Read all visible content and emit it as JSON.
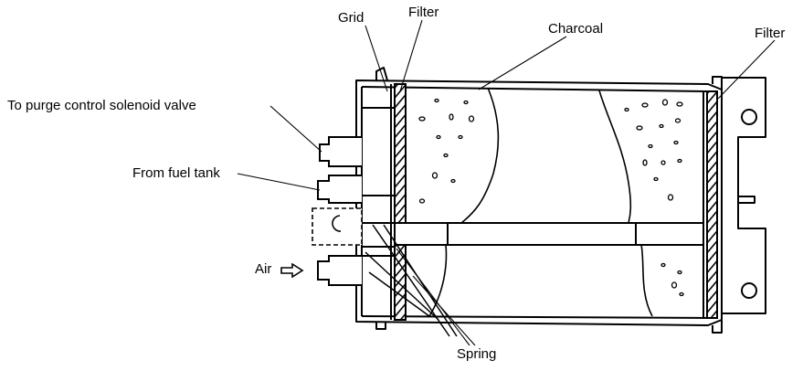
{
  "labels": {
    "grid": "Grid",
    "filter_left": "Filter",
    "charcoal": "Charcoal",
    "filter_right": "Filter",
    "purge": "To purge control solenoid valve",
    "fuel_tank": "From fuel tank",
    "air": "Air",
    "spring": "Spring"
  },
  "icons": {
    "air_arrow": "hollow-right-arrow-icon"
  }
}
